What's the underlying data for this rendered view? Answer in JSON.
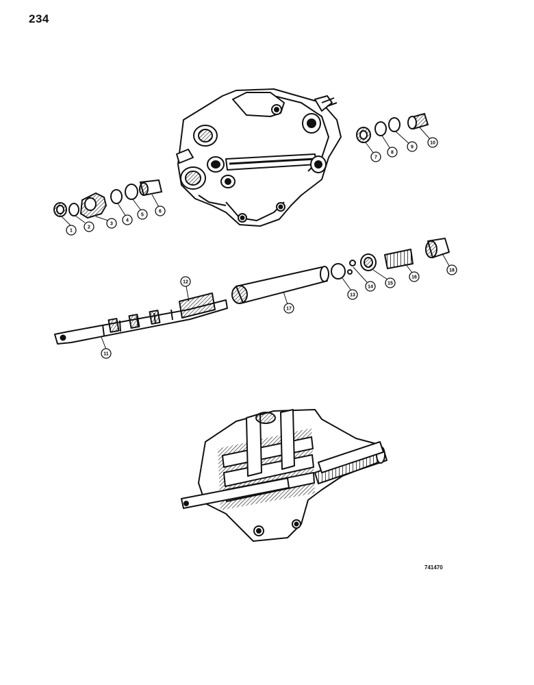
{
  "page_number": "234",
  "figure_code": "741470",
  "callouts": [
    {
      "id": "1",
      "label": "1"
    },
    {
      "id": "2",
      "label": "2"
    },
    {
      "id": "3",
      "label": "3"
    },
    {
      "id": "4",
      "label": "4"
    },
    {
      "id": "5",
      "label": "5"
    },
    {
      "id": "6",
      "label": "6"
    },
    {
      "id": "7",
      "label": "7"
    },
    {
      "id": "8",
      "label": "8"
    },
    {
      "id": "9",
      "label": "9"
    },
    {
      "id": "10",
      "label": "10"
    },
    {
      "id": "11",
      "label": "11"
    },
    {
      "id": "12",
      "label": "12"
    },
    {
      "id": "13",
      "label": "13"
    },
    {
      "id": "14",
      "label": "14"
    },
    {
      "id": "15",
      "label": "15"
    },
    {
      "id": "16",
      "label": "16"
    },
    {
      "id": "17",
      "label": "17"
    },
    {
      "id": "18",
      "label": "18"
    }
  ],
  "colors": {
    "ink": "#111111",
    "paper": "#ffffff",
    "shade": "#333333"
  }
}
